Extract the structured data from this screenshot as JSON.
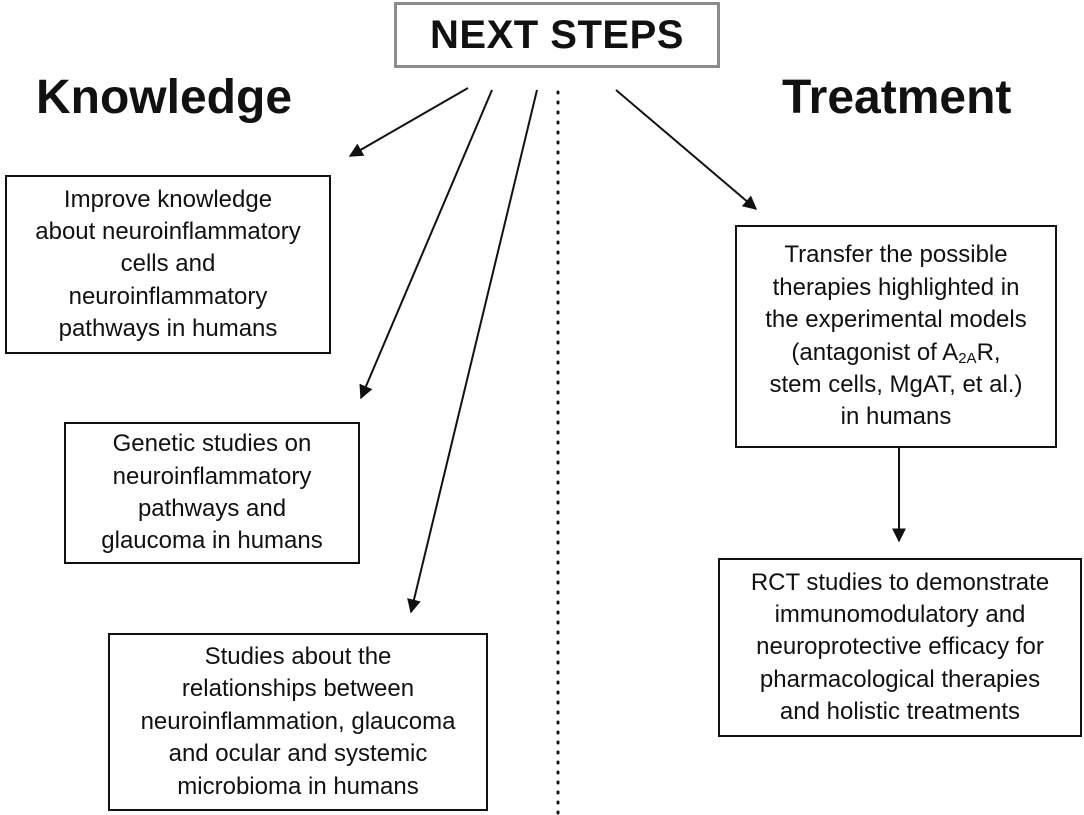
{
  "title": "NEXT STEPS",
  "headings": {
    "left": "Knowledge",
    "right": "Treatment"
  },
  "boxes": {
    "knowledge_1": {
      "lines": [
        "Improve knowledge",
        "about neuroinflammatory",
        "cells and",
        "neuroinflammatory",
        "pathways in humans"
      ]
    },
    "knowledge_2": {
      "lines": [
        "Genetic studies on",
        "neuroinflammatory",
        "pathways and",
        "glaucoma in humans"
      ]
    },
    "knowledge_3": {
      "lines": [
        "Studies about the",
        "relationships between",
        "neuroinflammation, glaucoma",
        "and ocular and systemic",
        "microbioma in humans"
      ]
    },
    "treatment_1": {
      "line1": "Transfer the possible",
      "line2": "therapies highlighted in",
      "line3": "the experimental models",
      "line4_pre": "(antagonist of A",
      "line4_sub": "2A",
      "line4_post": "R,",
      "line5": "stem cells, MgAT, et al.)",
      "line6": "in humans"
    },
    "treatment_2": {
      "lines": [
        "RCT studies to demonstrate",
        "immunomodulatory and",
        "neuroprotective efficacy for",
        "pharmacological therapies",
        "and holistic treatments"
      ]
    }
  }
}
